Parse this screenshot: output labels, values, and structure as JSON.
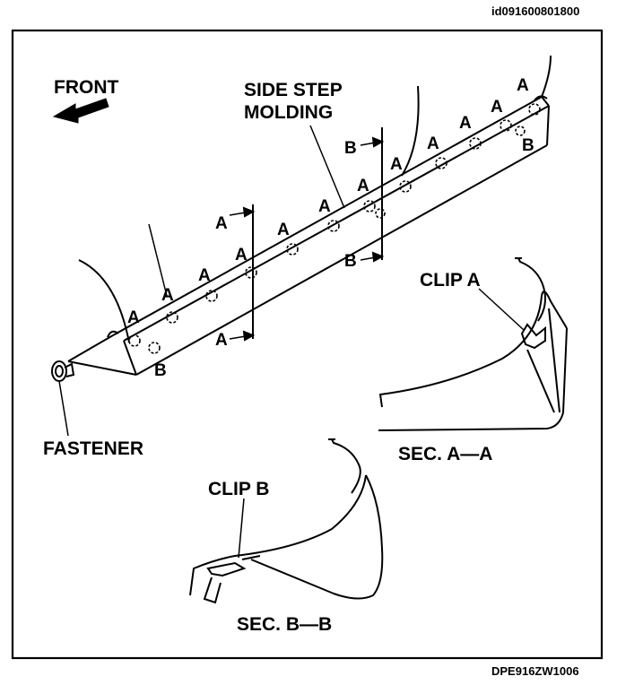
{
  "header": {
    "image_id": "id091600801800"
  },
  "footer": {
    "figure_code": "DPE916ZW1006"
  },
  "labels": {
    "front": "FRONT",
    "side_step_molding_line1": "SIDE STEP",
    "side_step_molding_line2": "MOLDING",
    "fastener": "FASTENER",
    "clip_a": "CLIP A",
    "clip_b": "CLIP B",
    "sec_a": "SEC. A—A",
    "sec_b": "SEC. B—B"
  },
  "markers": {
    "a": "A",
    "b": "B"
  }
}
